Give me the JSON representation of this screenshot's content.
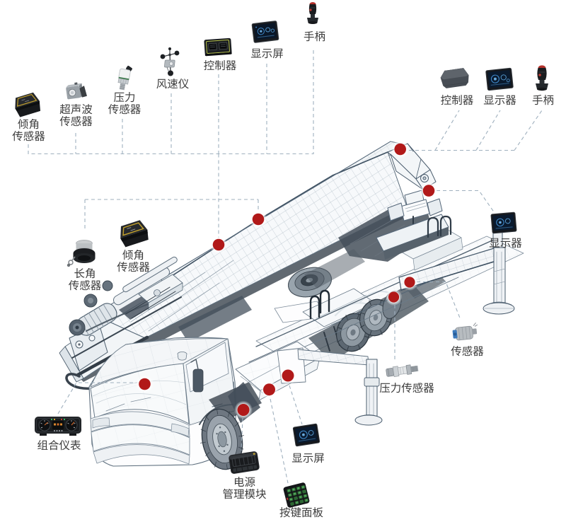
{
  "diagram": {
    "type": "labeled-equipment-diagram",
    "subject": "truck-mounted telescopic boom drilling rig wireframe with sensor and control component callouts",
    "marker_count": 10
  },
  "colors": {
    "background": "#ffffff",
    "marker_dot": "#b11919",
    "connector_dash": "#a5b4c0",
    "label_text": "#3d3d3d"
  },
  "callouts": [
    {
      "id": "tilt-sensor-top",
      "label": "倾角\n传感器",
      "icon": "tilt-sensor-icon"
    },
    {
      "id": "ultrasonic-sensor",
      "label": "超声波\n传感器",
      "icon": "ultrasonic-sensor-icon"
    },
    {
      "id": "pressure-sensor-top",
      "label": "压力\n传感器",
      "icon": "pressure-sensor-icon"
    },
    {
      "id": "anemometer",
      "label": "风速仪",
      "icon": "anemometer-icon"
    },
    {
      "id": "controller-top",
      "label": "控制器",
      "icon": "controller-icon"
    },
    {
      "id": "display-top",
      "label": "显示屏",
      "icon": "display-icon"
    },
    {
      "id": "joystick-top",
      "label": "手柄",
      "icon": "joystick-icon"
    },
    {
      "id": "controller-right",
      "label": "控制器",
      "icon": "controller-pad-icon"
    },
    {
      "id": "display-right",
      "label": "显示器",
      "icon": "display-icon"
    },
    {
      "id": "joystick-right",
      "label": "手柄",
      "icon": "joystick-icon"
    },
    {
      "id": "length-angle-sensor",
      "label": "长角\n传感器",
      "icon": "cable-reel-sensor-icon"
    },
    {
      "id": "tilt-sensor-mid",
      "label": "倾角\n传感器",
      "icon": "tilt-sensor-icon"
    },
    {
      "id": "display-mid",
      "label": "显示器",
      "icon": "display-icon"
    },
    {
      "id": "sensor-right",
      "label": "传感器",
      "icon": "motor-sensor-icon"
    },
    {
      "id": "pressure-sensor-bottom",
      "label": "压力传感器",
      "icon": "pressure-fitting-icon"
    },
    {
      "id": "instrument-cluster",
      "label": "组合仪表",
      "icon": "instrument-cluster-icon"
    },
    {
      "id": "power-module",
      "label": "电源\n管理模块",
      "icon": "power-module-icon"
    },
    {
      "id": "display-bottom",
      "label": "显示屏",
      "icon": "display-icon"
    },
    {
      "id": "keypad-panel",
      "label": "按键面板",
      "icon": "keypad-icon"
    }
  ]
}
